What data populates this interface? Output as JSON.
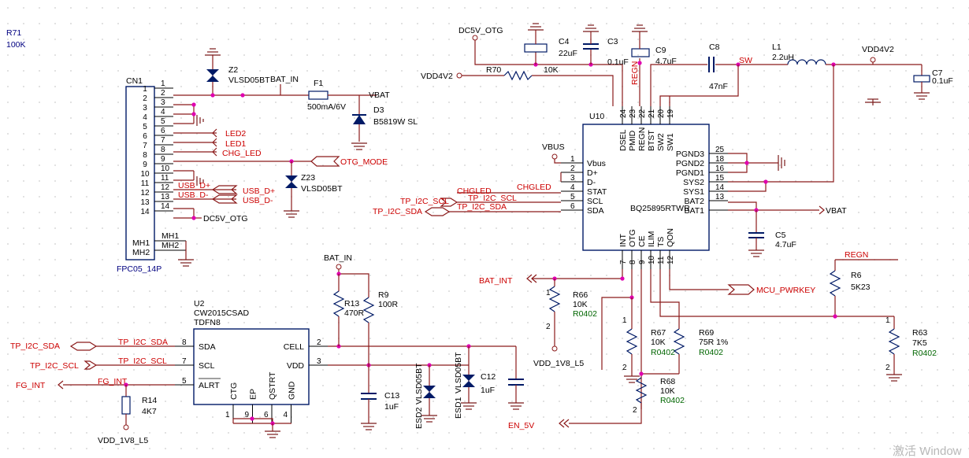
{
  "labels": {
    "r71": "R71",
    "r71_val": "100K",
    "cn1": "CN1",
    "cn1_part": "FPC05_14P",
    "cn1_pins": [
      "1",
      "2",
      "3",
      "4",
      "5",
      "6",
      "7",
      "8",
      "9",
      "10",
      "11",
      "12",
      "13",
      "14"
    ],
    "mh1": "MH1",
    "mh2": "MH2",
    "z2": "Z2",
    "z2_val": "VLSD05BT",
    "bat_in_top": "BAT_IN",
    "f1": "F1",
    "f1_val": "500mA/6V",
    "vbat_top": "VBAT",
    "d3": "D3",
    "d3_val": "B5819W SL",
    "led2": "LED2",
    "led1": "LED1",
    "chg_led": "CHG_LED",
    "otg_mode": "OTG_MODE",
    "z23": "Z23",
    "z23_val": "VLSD05BT",
    "usb_dp": "USB_D+",
    "usb_dm": "USB_D-",
    "dc5v_otg_left": "DC5V_OTG",
    "dc5v_otg_top": "DC5V_OTG",
    "c4": "C4",
    "c4_val": "22uF",
    "c3": "C3",
    "c3_val": "0.1uF",
    "c9": "C9",
    "c9_val": "4.7uF",
    "c8": "C8",
    "c8_val": "47nF",
    "sw": "SW",
    "l1": "L1",
    "l1_val": "2.2uH",
    "vdd4v2_top": "VDD4V2",
    "c7": "C7",
    "c7_val": "0.1uF",
    "vdd4v2_left": "VDD4V2",
    "r70": "R70",
    "r70_val": "10K",
    "regn_vert": "REGN",
    "u10": "U10",
    "u10_part": "BQ25895RTWR",
    "vbus": "VBUS",
    "u10_left_pins": [
      {
        "num": "1",
        "name": "Vbus"
      },
      {
        "num": "2",
        "name": "D+"
      },
      {
        "num": "3",
        "name": "D-"
      },
      {
        "num": "4",
        "name": "STAT"
      },
      {
        "num": "5",
        "name": "SCL"
      },
      {
        "num": "6",
        "name": "SDA"
      }
    ],
    "u10_right_pins": [
      {
        "num": "25",
        "name": "PGND3"
      },
      {
        "num": "18",
        "name": "PGND2"
      },
      {
        "num": "16",
        "name": "PGND1"
      },
      {
        "num": "15",
        "name": "SYS2"
      },
      {
        "num": "14",
        "name": "SYS1"
      },
      {
        "num": "13",
        "name": "BAT2"
      },
      {
        "num": "",
        "name": "BAT1"
      }
    ],
    "u10_top_pins": [
      {
        "num": "24",
        "name": "DSEL"
      },
      {
        "num": "23",
        "name": "PMID"
      },
      {
        "num": "22",
        "name": "REGN"
      },
      {
        "num": "21",
        "name": "BTST"
      },
      {
        "num": "20",
        "name": "SW2"
      },
      {
        "num": "19",
        "name": "SW1"
      }
    ],
    "u10_bottom_pins": [
      {
        "num": "7",
        "name": "INT"
      },
      {
        "num": "8",
        "name": "OTG"
      },
      {
        "num": "9",
        "name": "CE"
      },
      {
        "num": "10",
        "name": "ILIM"
      },
      {
        "num": "11",
        "name": "TS"
      },
      {
        "num": "12",
        "name": "QON"
      }
    ],
    "chgled_a": "CHGLED",
    "chgled_b": "CHGLED",
    "tp_i2c_scl": "TP_I2C_SCL",
    "tp_i2c_sda": "TP_I2C_SDA",
    "vbat_right": "VBAT",
    "c5": "C5",
    "c5_val": "4.7uF",
    "regn_right": "REGN",
    "r6": "R6",
    "r6_val": "5K23",
    "mcu_pwrkey": "MCU_PWRKEY",
    "bat_int": "BAT_INT",
    "r66": "R66",
    "r66_val": "10K",
    "r66_pkg": "R0402",
    "vdd_1v8_l5_mid": "VDD_1V8_L5",
    "r67": "R67",
    "r67_val": "10K",
    "r67_pkg": "R0402",
    "r69": "R69",
    "r69_val": "75R 1%",
    "r69_pkg": "R0402",
    "r68": "R68",
    "r68_val": "10K",
    "r68_pkg": "R0402",
    "r63": "R63",
    "r63_val": "7K5",
    "r63_pkg": "R0402",
    "en_5v": "EN_5V",
    "bat_in_mid": "BAT_IN",
    "r13": "R13",
    "r13_val": "470R",
    "r9": "R9",
    "r9_val": "100R",
    "u2": "U2",
    "u2_part": "CW2015CSAD",
    "u2_pkg": "TDFN8",
    "u2_left_pins": [
      {
        "num": "8",
        "name": "SDA"
      },
      {
        "num": "7",
        "name": "SCL"
      },
      {
        "num": "5",
        "name": "ALRT"
      }
    ],
    "u2_right_pins": [
      {
        "num": "2",
        "name": "CELL"
      },
      {
        "num": "3",
        "name": "VDD"
      }
    ],
    "u2_bottom_pins": [
      {
        "num": "1",
        "name": "CTG"
      },
      {
        "num": "9",
        "name": "EP"
      },
      {
        "num": "6",
        "name": "QSTRT"
      },
      {
        "num": "4",
        "name": "GND"
      }
    ],
    "tp_i2c_sda_left": "TP_I2C_SDA",
    "tp_i2c_sda_net": "TP_I2C_SDA",
    "tp_i2c_scl_left": "TP_I2C_SCL",
    "tp_i2c_scl_net": "TP_I2C_SCL",
    "fg_int_left": "FG_INT",
    "fg_int_net": "FG_INT",
    "r14": "R14",
    "r14_val": "4K7",
    "vdd_1v8_l5_bot": "VDD_1V8_L5",
    "c13": "C13",
    "c13_val": "1uF",
    "esd2": "ESD2",
    "esd2_val": "VLSD05BT",
    "esd1": "ESD1",
    "esd1_val": "VLSD05BT",
    "c12": "C12",
    "c12_val": "1uF",
    "watermark": "激活 Window"
  },
  "colors": {
    "wire": "#8b1a1a",
    "net_label": "#cc0000",
    "part": "#001a66",
    "junction": "#e000b0",
    "value_green": "#006600"
  }
}
